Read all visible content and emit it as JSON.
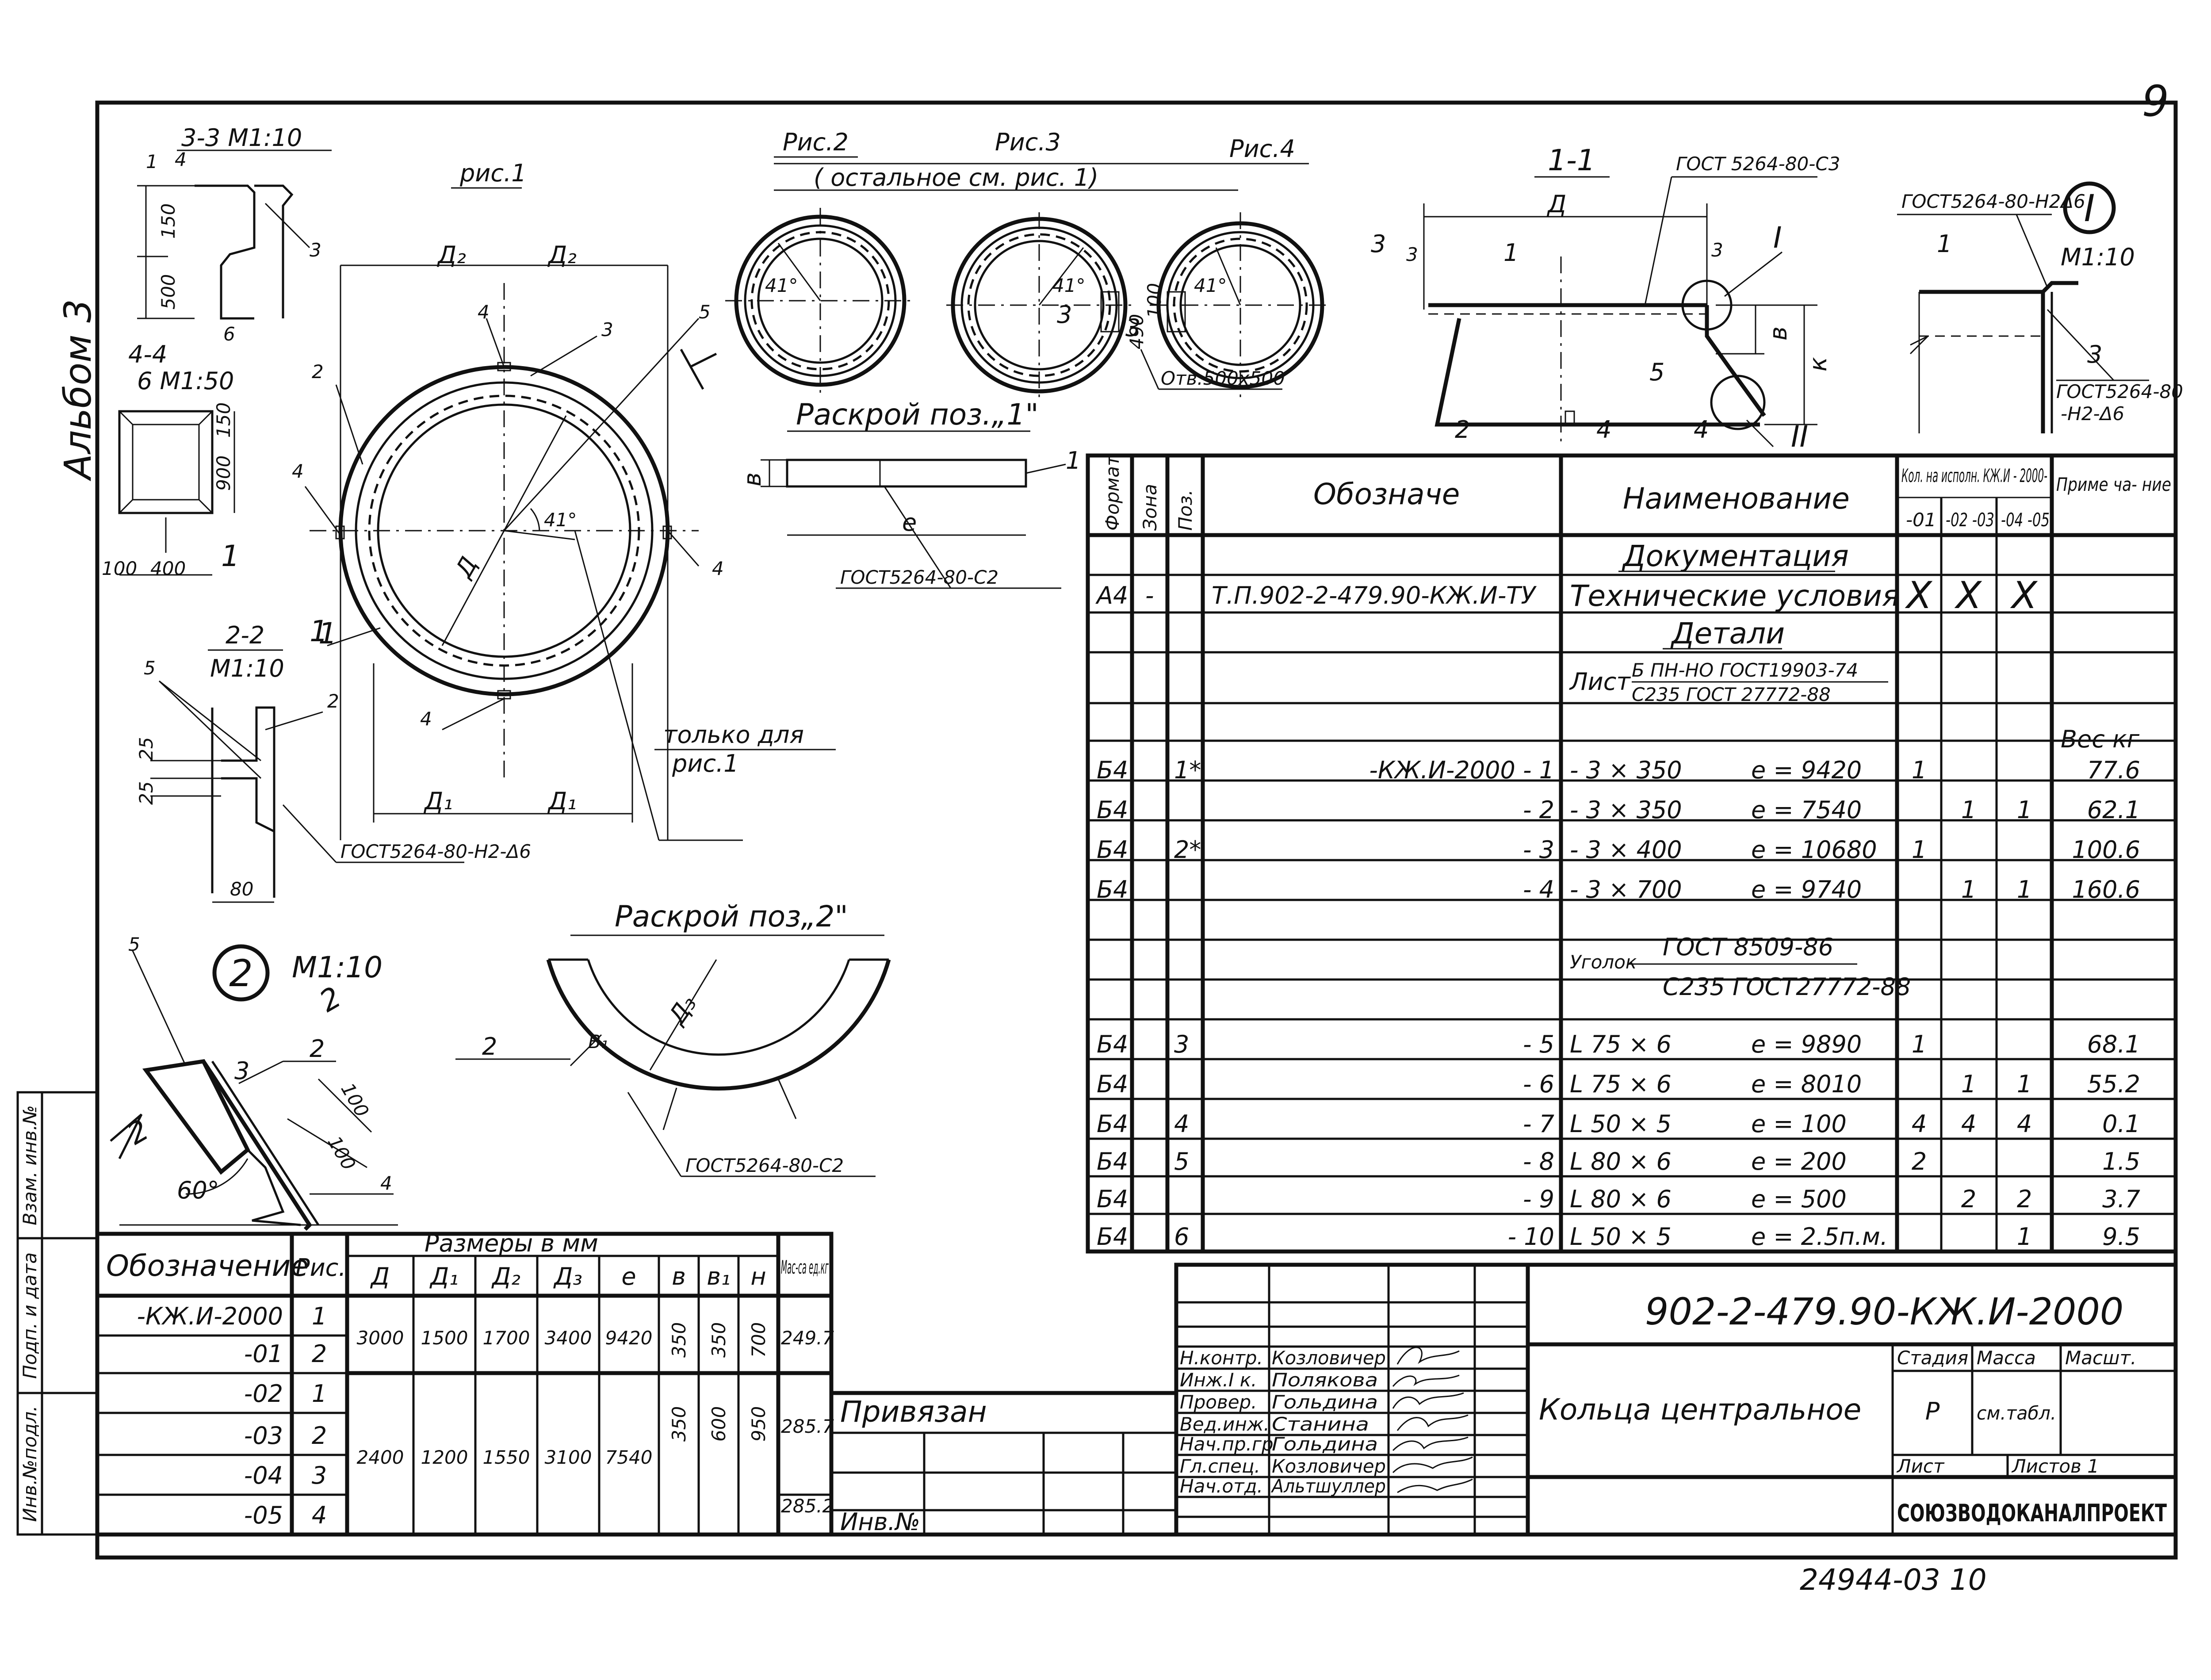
{
  "sheet": {
    "page_number": "9",
    "album": "Альбом 3",
    "bottom_code": "24944-03 10"
  },
  "views": {
    "sec33": {
      "title": "3-3 М1:10",
      "dims": [
        "4",
        "150",
        "500",
        "6",
        "3",
        "1"
      ]
    },
    "sec44": {
      "title": "4-4",
      "scale": "6 М1:50",
      "dims": [
        "150",
        "900",
        "100",
        "400",
        "1"
      ]
    },
    "sec22": {
      "title": "2-2",
      "scale": "М1:10",
      "labels": [
        "5",
        "1",
        "2"
      ],
      "dims": [
        "25",
        "25",
        "80"
      ],
      "gost": "ГОСТ5264-80-Н2-Δ6"
    },
    "fig1": {
      "title": "рис.1",
      "labels": [
        "Д₂",
        "Д₂",
        "Д₁",
        "Д₁",
        "Д",
        "41°",
        "2",
        "3",
        "4",
        "4",
        "4",
        "4",
        "4",
        "5",
        "1"
      ],
      "note_line1": "только для",
      "note_line2": "рис.1"
    },
    "fig234": {
      "fig2": "Рис.2",
      "fig3": "Рис.3",
      "fig4": "Рис.4",
      "note": "( остальное  см.  рис. 1)",
      "angles": [
        "41°",
        "41°",
        "41°"
      ],
      "labels": [
        "3",
        "3"
      ],
      "dims": [
        "490",
        "100"
      ],
      "hole": "Отв.500х500"
    },
    "cut1": {
      "title": "Раскрой поз.„1\"",
      "dims": [
        "в",
        "е"
      ],
      "label": "1",
      "gost": "ГОСТ5264-80-С2"
    },
    "cut2": {
      "title": "Раскрой поз„2\"",
      "dims": [
        "Д₃",
        "В₁"
      ],
      "label": "2",
      "gost": "ГОСТ5264-80-С2"
    },
    "sec11": {
      "title": "1-1",
      "gost_top": "ГОСТ 5264-80-С3",
      "labels": [
        "Д",
        "3",
        "3",
        "1",
        "3",
        "I",
        "в",
        "к",
        "5",
        "2",
        "4",
        "4",
        "II"
      ]
    },
    "detail1": {
      "mark": "I",
      "scale": "М1:10",
      "gost_top": "ГОСТ5264-80-Н2Δ6",
      "gost_bottom_line1": "ГОСТ5264-80",
      "gost_bottom_line2": "-Н2-Δ6",
      "labels": [
        "1",
        "3"
      ]
    },
    "detail2": {
      "mark": "2",
      "scale": "М1:10",
      "sub": "2",
      "labels": [
        "5",
        "3",
        "2",
        "2"
      ],
      "dims": [
        "100",
        "100",
        "4"
      ],
      "angle": "60°"
    }
  },
  "spec": {
    "headers": {
      "format": "Формат",
      "zone": "Зона",
      "pos": "Поз.",
      "designation": "Обозначе",
      "name": "Наименование",
      "qty": "Кол. на испoлн. КЖ.И - 2000-",
      "qty_cols": [
        "-01",
        "-02 -03",
        "-04 -05"
      ],
      "note": "Приме ча- ние"
    },
    "section_docs": "Документация",
    "section_parts": "Детали",
    "doc_row": {
      "format": "А4",
      "zone": "-",
      "designation": "Т.П.902-2-479.90-КЖ.И-ТУ",
      "name": "Технические условия",
      "marks": [
        "X",
        "X",
        "X"
      ]
    },
    "sheet_material": {
      "prefix": "Лист",
      "top": "Б ПН-НО ГОСТ19903-74",
      "bottom": "С235 ГОСТ 27772-88",
      "note": "Вес кг"
    },
    "angle_material": {
      "prefix": "Уголок",
      "top": "ГОСТ 8509-86",
      "bottom": "С235 ГОСТ27772-88"
    },
    "rows": [
      {
        "format": "Б4",
        "pos": "1*",
        "designation": "-КЖ.И-2000 - 1",
        "size": "- 3 × 350",
        "length": "е = 9420",
        "q1": "1",
        "q2": "",
        "q3": "",
        "mass": "77.6"
      },
      {
        "format": "Б4",
        "pos": "",
        "designation": "- 2",
        "size": "- 3 × 350",
        "length": "е = 7540",
        "q1": "",
        "q2": "1",
        "q3": "1",
        "mass": "62.1"
      },
      {
        "format": "Б4",
        "pos": "2*",
        "designation": "- 3",
        "size": "- 3 × 400",
        "length": "е = 10680",
        "q1": "1",
        "q2": "",
        "q3": "",
        "mass": "100.6"
      },
      {
        "format": "Б4",
        "pos": "",
        "designation": "- 4",
        "size": "- 3 × 700",
        "length": "е = 9740",
        "q1": "",
        "q2": "1",
        "q3": "1",
        "mass": "160.6"
      },
      {
        "format": "Б4",
        "pos": "3",
        "designation": "- 5",
        "size": "L 75 × 6",
        "length": "е = 9890",
        "q1": "1",
        "q2": "",
        "q3": "",
        "mass": "68.1"
      },
      {
        "format": "Б4",
        "pos": "",
        "designation": "- 6",
        "size": "L 75 × 6",
        "length": "е = 8010",
        "q1": "",
        "q2": "1",
        "q3": "1",
        "mass": "55.2"
      },
      {
        "format": "Б4",
        "pos": "4",
        "designation": "- 7",
        "size": "L 50 × 5",
        "length": "е = 100",
        "q1": "4",
        "q2": "4",
        "q3": "4",
        "mass": "0.1"
      },
      {
        "format": "Б4",
        "pos": "5",
        "designation": "- 8",
        "size": "L 80 × 6",
        "length": "е = 200",
        "q1": "2",
        "q2": "",
        "q3": "",
        "mass": "1.5"
      },
      {
        "format": "Б4",
        "pos": "",
        "designation": "- 9",
        "size": "L 80 × 6",
        "length": "е = 500",
        "q1": "",
        "q2": "2",
        "q3": "2",
        "mass": "3.7"
      },
      {
        "format": "Б4",
        "pos": "6",
        "designation": "- 10",
        "size": "L 50 × 5",
        "length": "е = 2.5п.м.",
        "q1": "",
        "q2": "",
        "q3": "1",
        "mass": "9.5"
      }
    ]
  },
  "dims_table": {
    "h_designation": "Обозначение",
    "h_fig": "Рис.",
    "h_sizes": "Размеры в мм",
    "h_cols": [
      "Д",
      "Д₁",
      "Д₂",
      "Д₃",
      "е",
      "в",
      "в₁",
      "н"
    ],
    "h_mass": "Мас-са ед.кг",
    "rows": [
      {
        "designation": "-КЖ.И-2000",
        "fig": "1"
      },
      {
        "designation": "-01",
        "fig": "2"
      },
      {
        "designation": "-02",
        "fig": "1"
      },
      {
        "designation": "-03",
        "fig": "2"
      },
      {
        "designation": "-04",
        "fig": "3"
      },
      {
        "designation": "-05",
        "fig": "4"
      }
    ],
    "group1": {
      "D": "3000",
      "D1": "1500",
      "D2": "1700",
      "D3": "3400",
      "e": "9420",
      "b": "350",
      "b1": "350",
      "h": "700",
      "mass": "249.7"
    },
    "group2": {
      "D": "2400",
      "D1": "1200",
      "D2": "1550",
      "D3": "3100",
      "e": "7540",
      "b": "350",
      "b1": "600",
      "h": "950",
      "mass_a": "285.7",
      "mass_b": "285.2"
    }
  },
  "side_stamp": [
    "Инв.№подл.",
    "Подп. и дата",
    "Взам. инв.№"
  ],
  "title_block": {
    "binding": "Привязан",
    "inv": "Инв.№",
    "roles": [
      "Н.контр.",
      "Инж.I к.",
      "Провер.",
      "Вед.инж.",
      "Нач.пр.гр",
      "Гл.спец.",
      "Нач.отд."
    ],
    "names": [
      "Козловичер",
      "Полякова",
      "Гольдина",
      "Станина",
      "Гольдина",
      "Козловичер",
      "Альтшуллер"
    ],
    "doc_code": "902-2-479.90-КЖ.И-2000",
    "title": "Кольца центральное",
    "stage_h": "Стадия",
    "mass_h": "Масса",
    "scale_h": "Масшт.",
    "stage": "Р",
    "mass": "см.табл.",
    "sheet_h": "Лист",
    "sheets_h": "Листов 1",
    "org": "СОЮЗВОДОКАНАЛПРОЕКТ"
  }
}
